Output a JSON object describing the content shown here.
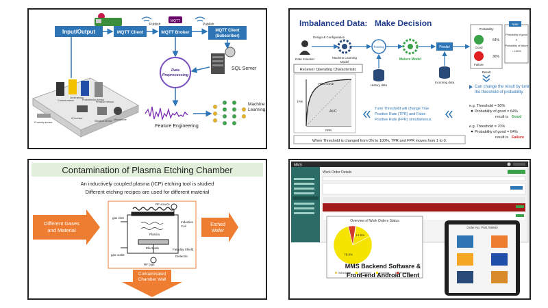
{
  "panel1": {
    "input_output": "Input/Output",
    "mqtt_client": "MQTT Client",
    "mqtt_broker": "MQTT Broker",
    "mqtt_client_sub": "MQTT Client\n(Subscriber)",
    "publish_1": "Publish",
    "publish_2": "Publish",
    "sql_server": "SQL Server",
    "data_preprocessing": "Data\nPreprocessing",
    "feature_engineering": "Feature Engineering",
    "machine_learning": "Machine\nLearning",
    "sensor_labels": [
      "Current sensor",
      "Level sensor",
      "Photoelectric sensor",
      "Pressure sensor",
      "Proximity sensor",
      "I/O sensor",
      "Vibration sensor",
      "Microphone"
    ]
  },
  "panel2": {
    "title_left": "Imbalanced Data:",
    "title_right": "Make Decision",
    "design_config": "Design & Configuration",
    "data_scientist": "Data Scientist",
    "ml_model": "Machine Learning\nModel",
    "training": "Training",
    "mature_model": "Mature Model",
    "predict": "Predict",
    "history_data": "History data",
    "incoming_data": "Incoming data",
    "probability": "Probability",
    "good_pct": "64%",
    "good": "Good",
    "failure_pct": "36%",
    "failure": "Failure",
    "result": "Result",
    "note_title": "Note",
    "note_line1": "Probability of good",
    "note_plus": "+",
    "note_line2": "Probability of failure",
    "note_line3": "= 100%",
    "tuning_text": "Can change the result by tuning the threshold of probability.",
    "roc_title": "Receiver Operating Characteristic",
    "roc_curve": "ROC curve",
    "tpr": "TPR",
    "fpr": "FPR",
    "auc": "AUC",
    "tune_text": "Tune Threshold will change True\nPositive Rate (TPR) and False\nPositive Rate (FPR) simultaneous.",
    "eg1_line1": "e.g. Threshold = 50%",
    "eg1_line2": "Probability of good = 64%",
    "eg1_line3": "result is",
    "eg1_result": "Good",
    "eg2_line1": "e.g. Threshold = 70%",
    "eg2_line2": "Probability of good = 64%",
    "eg2_line3": "result is",
    "eg2_result": "Failure",
    "bottom_text": "When Threshold is changed from 0% to 100%,  TPR and FPR moves from 1 to 0."
  },
  "panel3": {
    "title": "Contamination of Plasma Etching Chamber",
    "line1": "An inductively coupled plasma (ICP) etching tool is studied",
    "line2": "Different etching recipes are used for different material",
    "left_arrow": "Different Gases\nand Material",
    "right_arrow": "Etched\nWafer",
    "bottom_arrow": "Contaminated\nChamber Wall",
    "rf_source": "RF source",
    "gas_inlet": "gas inlet",
    "inductive_coil": "Inductive\nCoil",
    "plasma": "Plasma",
    "electrode": "Electrode",
    "gas_outlet": "gas outlet",
    "faraday_shield": "Faraday Shield",
    "dielectric": "Dielectric",
    "rf_bias": "RF bias"
  },
  "panel4": {
    "app_title": "MMS",
    "page_title": "Work Order Details",
    "chart_title": "Overview of Work Orders Status",
    "caption_line1": "MMS Backend Software &",
    "caption_line2": "Front-end Android Client",
    "order_no": "Order No. PM1788900",
    "legend": [
      "Scheduled",
      "Confirmed",
      "Ongoing",
      "Pending"
    ]
  },
  "chart_data": {
    "type": "pie",
    "title": "Overview of Work Orders Status",
    "categories": [
      "Scheduled",
      "Confirmed",
      "Ongoing",
      "Pending"
    ],
    "values": [
      0.5,
      14.5,
      78.9,
      6.1
    ],
    "colors": [
      "#e8d36a",
      "#f5e400",
      "#f5e400",
      "#d43a2a"
    ],
    "data_labels": [
      "",
      "14.5%",
      "78.9%",
      ""
    ]
  },
  "colors": {
    "blue": "#2e75b6",
    "accent_blue": "#1f3b8c",
    "green": "#3aa34a",
    "red": "#e02020",
    "orange": "#ee7d31",
    "teal_header": "#2c6c66",
    "dark_red_row": "#a31818"
  }
}
